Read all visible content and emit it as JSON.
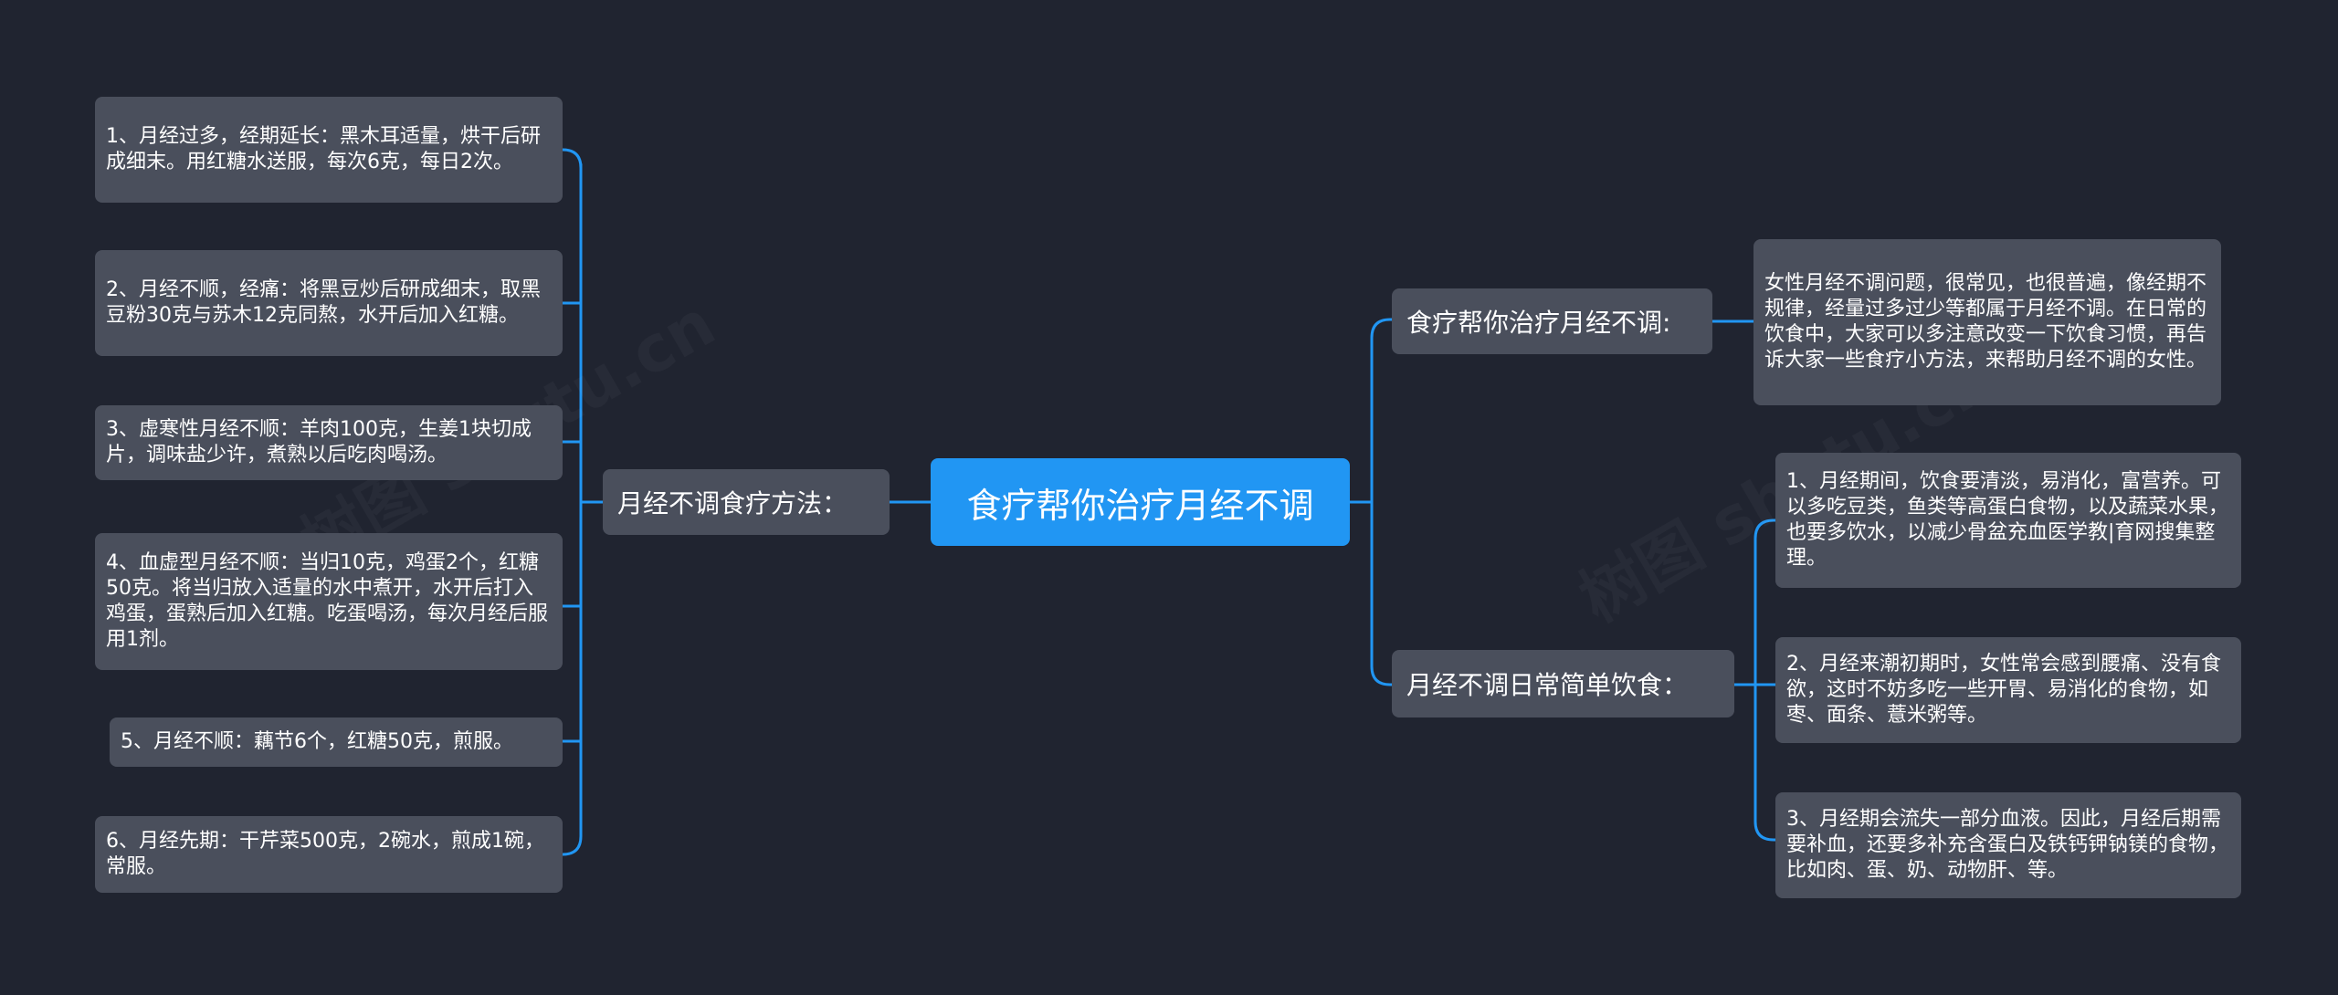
{
  "root": {
    "label": "食疗帮你治疗月经不调"
  },
  "branches": {
    "left": {
      "label": "月经不调食疗方法："
    },
    "right_top": {
      "label": "食疗帮你治疗月经不调:"
    },
    "right_bottom": {
      "label": "月经不调日常简单饮食："
    }
  },
  "left_leaves": [
    "1、月经过多，经期延长：黑木耳适量，烘干后研成细末。用红糖水送服，每次6克，每日2次。",
    "2、月经不顺，经痛：将黑豆炒后研成细末，取黑豆粉30克与苏木12克同熬，水开后加入红糖。",
    "3、虚寒性月经不顺：羊肉100克，生姜1块切成片，调味盐少许，煮熟以后吃肉喝汤。",
    "4、血虚型月经不顺：当归10克，鸡蛋2个，红糖50克。将当归放入适量的水中煮开，水开后打入鸡蛋，蛋熟后加入红糖。吃蛋喝汤，每次月经后服用1剂。",
    "5、月经不顺：藕节6个，红糖50克，煎服。",
    "6、月经先期：干芹菜500克，2碗水，煎成1碗，常服。"
  ],
  "right_top_leaf": "女性月经不调问题，很常见，也很普遍，像经期不规律，经量过多过少等都属于月经不调。在日常的饮食中，大家可以多注意改变一下饮食习惯，再告诉大家一些食疗小方法，来帮助月经不调的女性。",
  "right_bottom_leaves": [
    "1、月经期间，饮食要清淡，易消化，富营养。可以多吃豆类，鱼类等高蛋白食物，以及蔬菜水果，也要多饮水，以减少骨盆充血医学教|育网搜集整理。",
    "2、月经来潮初期时，女性常会感到腰痛、没有食欲，这时不妨多吃一些开胃、易消化的食物，如枣、面条、薏米粥等。",
    "3、月经期会流失一部分血液。因此，月经后期需要补血，还要多补充含蛋白及铁钙钾钠镁的食物，比如肉、蛋、奶、动物肝、等。"
  ],
  "watermarks": [
    "树图 shutu.cn",
    "树图 shutu.cn"
  ],
  "colors": {
    "background": "#202430",
    "root": "#2196f3",
    "node": "#4a4f5c",
    "connector": "#2196f3"
  }
}
